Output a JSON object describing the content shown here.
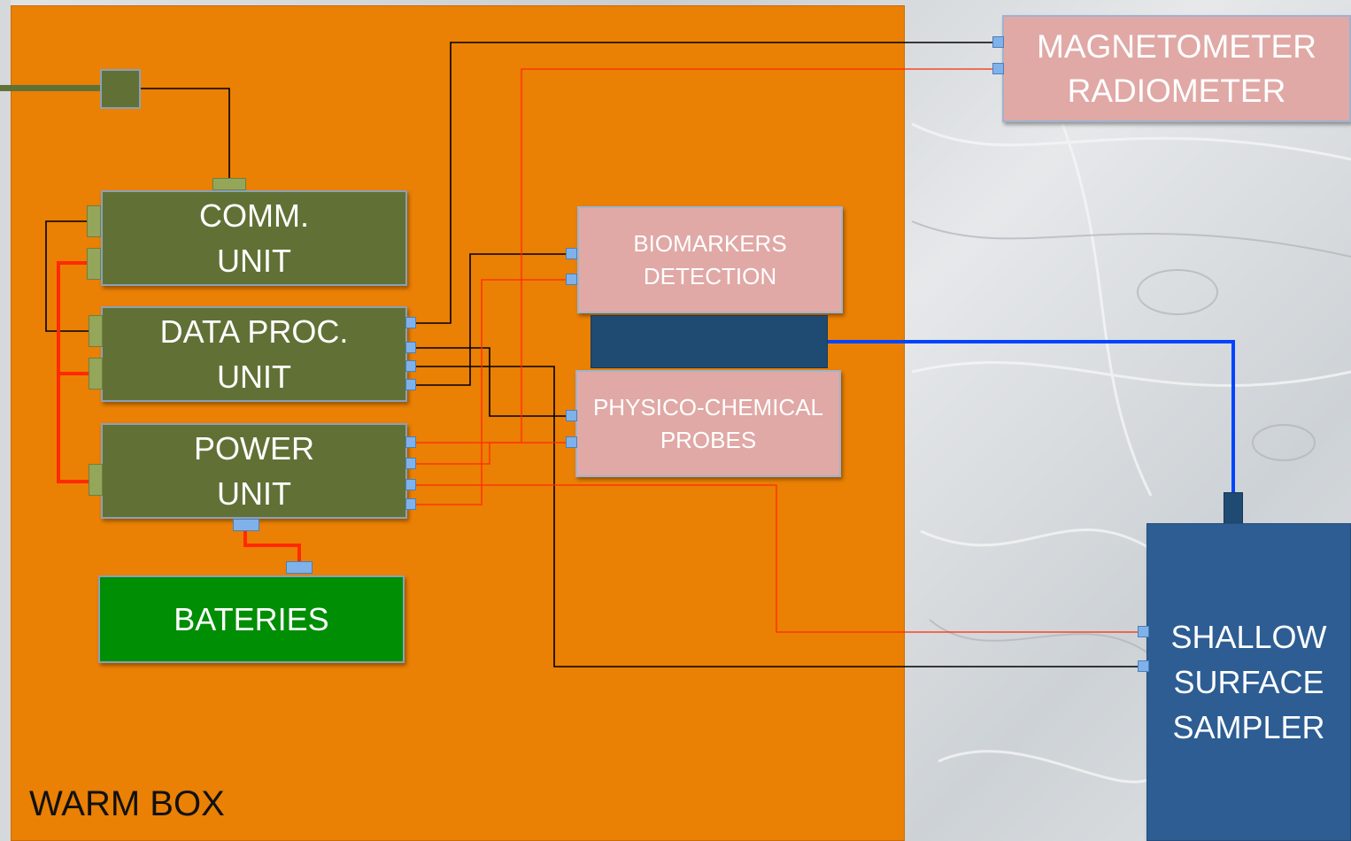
{
  "diagram": {
    "warm_box_label": "WARM BOX",
    "comm_unit": [
      "COMM.",
      "UNIT"
    ],
    "data_proc_unit": [
      "DATA PROC.",
      "UNIT"
    ],
    "power_unit": [
      "POWER",
      "UNIT"
    ],
    "batteries": "BATERIES",
    "biomarkers": [
      "BIOMARKERS",
      "DETECTION"
    ],
    "physico_chemical": [
      "PHYSICO-CHEMICAL",
      "PROBES"
    ],
    "magnetometer": [
      "MAGNETOMETER",
      "RADIOMETER"
    ],
    "sampler": [
      "SHALLOW",
      "SURFACE",
      "SAMPLER"
    ]
  },
  "colors": {
    "warm_box": "#ea8004",
    "unit_green": "#617136",
    "instrument_pink": "#e0a9a6",
    "batteries_green": "#008e05",
    "sampler_blue": "#2d5d93",
    "power_line": "#ff2a00",
    "data_line": "#000000",
    "sample_line": "#0044ff"
  }
}
